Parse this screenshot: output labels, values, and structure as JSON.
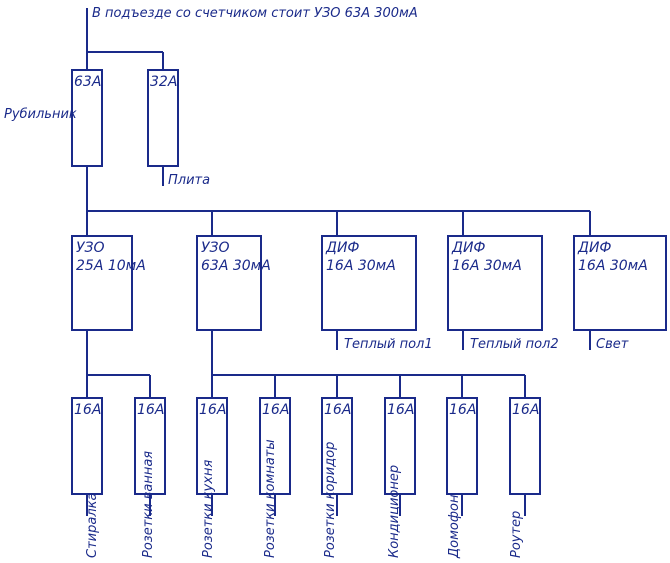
{
  "header_note": "В подъезде со счетчиком стоит УЗО 63А 300мА",
  "main_switch": {
    "rating": "63А",
    "side_label": "Рубильник"
  },
  "stove_breaker": {
    "rating": "32А",
    "load_label": "Плита"
  },
  "rcd_1": {
    "line1": "УЗО",
    "line2": "25А 10мА"
  },
  "rcd_2": {
    "line1": "УЗО",
    "line2": "63А 30мА"
  },
  "dif_1": {
    "line1": "ДИФ",
    "line2": "16А 30мА",
    "load_label": "Теплый пол1"
  },
  "dif_2": {
    "line1": "ДИФ",
    "line2": "16А 30мА",
    "load_label": "Теплый пол2"
  },
  "dif_3": {
    "line1": "ДИФ",
    "line2": "16А 30мА",
    "load_label": "Свет"
  },
  "branch_breakers": [
    {
      "rating": "16А",
      "load_label": "Стиралка"
    },
    {
      "rating": "16А",
      "load_label": "Розетки ванная"
    },
    {
      "rating": "16А",
      "load_label": "Розетки кухня"
    },
    {
      "rating": "16А",
      "load_label": "Розетки комнаты"
    },
    {
      "rating": "16А",
      "load_label": "Розетки коридор"
    },
    {
      "rating": "16А",
      "load_label": "Кондиционер"
    },
    {
      "rating": "16А",
      "load_label": "Домофон"
    },
    {
      "rating": "16А",
      "load_label": "Роутер"
    }
  ]
}
